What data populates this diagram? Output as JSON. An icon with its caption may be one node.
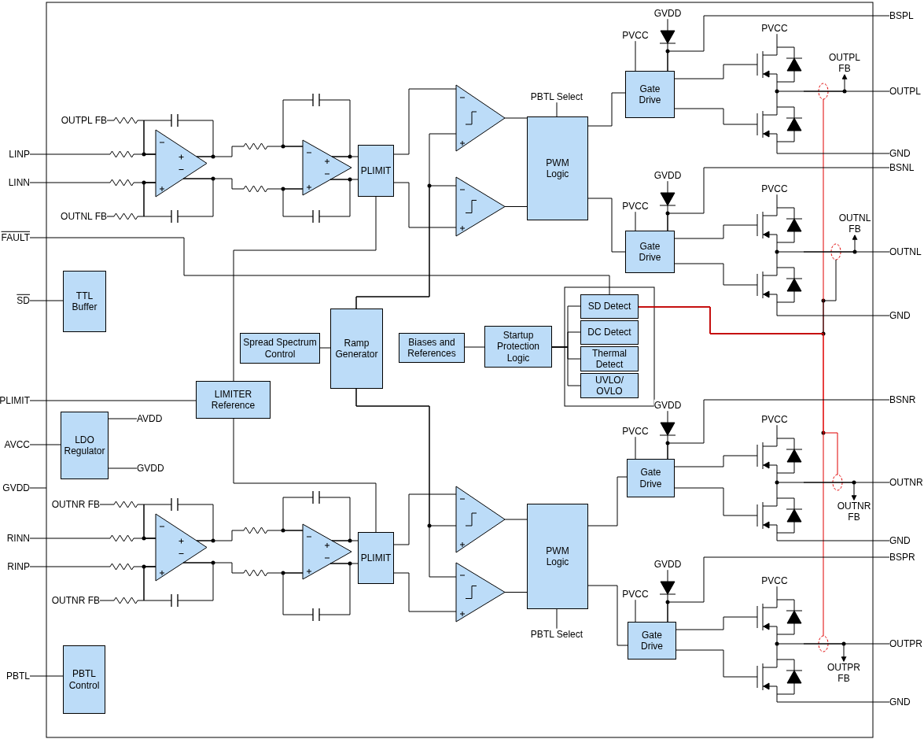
{
  "diagram": {
    "nodes": [
      {
        "text": [
          "TTL Buffer"
        ]
      },
      {
        "text": [
          "LDO Regulator"
        ]
      },
      {
        "text": [
          "PBTL Control"
        ]
      },
      {
        "text": [
          "Spread Spectrum Control"
        ]
      },
      {
        "text": [
          "Ramp Generator"
        ]
      },
      {
        "text": [
          "LIMITER Reference"
        ]
      },
      {
        "text": [
          "Biases and References"
        ]
      },
      {
        "text": [
          "Startup Protection Logic"
        ]
      },
      {
        "text": [
          "SD Detect"
        ]
      },
      {
        "text": [
          "DC Detect"
        ]
      },
      {
        "text": [
          "Thermal Detect"
        ]
      },
      {
        "text": [
          "UVLO/ OVLO"
        ]
      },
      {
        "text": [
          "PLIMIT"
        ]
      },
      {
        "text": [
          "PLIMIT"
        ]
      },
      {
        "text": [
          "PWM Logic"
        ]
      },
      {
        "text": [
          "PWM Logic"
        ]
      },
      {
        "text": [
          "Gate Drive"
        ]
      },
      {
        "text": [
          "Gate Drive"
        ]
      },
      {
        "text": [
          "Gate Drive"
        ]
      },
      {
        "text": [
          "Gate Drive"
        ]
      },
      {
        "text": [
          "FAULT"
        ]
      },
      {
        "text": [
          "SD"
        ]
      },
      {
        "text": [
          "PLIMIT"
        ]
      },
      {
        "text": [
          "AVDD"
        ]
      },
      {
        "text": [
          "AVCC"
        ]
      },
      {
        "text": [
          "GVDD"
        ]
      },
      {
        "text": [
          "PBTL"
        ]
      },
      {
        "text": [
          "PBTL Select"
        ]
      },
      {
        "text": [
          "PBTL Select"
        ]
      },
      {
        "text": [
          "GVDD"
        ]
      },
      {
        "text": [
          "BSPL"
        ]
      },
      {
        "text": [
          "PVCC"
        ]
      },
      {
        "text": [
          "PVCC"
        ]
      },
      {
        "text": [],
        "shape": "diode"
      },
      {
        "text": [],
        "shape": "picture"
      },
      {
        "text": [
          "OUTPL FB"
        ]
      },
      {
        "text": [
          "OUTPL"
        ]
      },
      {
        "text": [],
        "shape": "ellipse"
      },
      {
        "text": [
          "GND"
        ]
      },
      {
        "text": [
          "GVDD"
        ]
      },
      {
        "text": [
          "BSNL"
        ]
      },
      {
        "text": [
          "PVCC"
        ]
      },
      {
        "text": [
          "PVCC"
        ]
      },
      {
        "text": [],
        "shape": "diode"
      },
      {
        "text": [],
        "shape": "picture"
      },
      {
        "text": [
          "OUTNL FB"
        ]
      },
      {
        "text": [
          "OUTNL"
        ]
      },
      {
        "text": [],
        "shape": "ellipse"
      },
      {
        "text": [
          "GND"
        ]
      },
      {
        "text": [
          "GVDD"
        ]
      },
      {
        "text": [
          "BSNR"
        ]
      },
      {
        "text": [
          "PVCC"
        ]
      },
      {
        "text": [
          "PVCC"
        ]
      },
      {
        "text": [],
        "shape": "diode"
      },
      {
        "text": [],
        "shape": "picture"
      },
      {
        "text": [
          "OUTNR FB"
        ]
      },
      {
        "text": [
          "OUTNR"
        ]
      },
      {
        "text": [],
        "shape": "ellipse"
      },
      {
        "text": [
          "GND"
        ]
      },
      {
        "text": [
          "GVDD"
        ]
      },
      {
        "text": [
          "BSPR"
        ]
      },
      {
        "text": [
          "PVCC"
        ]
      },
      {
        "text": [
          "PVCC"
        ]
      },
      {
        "text": [],
        "shape": "diode"
      },
      {
        "text": [],
        "shape": "picture"
      },
      {
        "text": [
          "OUTPR FB"
        ]
      },
      {
        "text": [
          "OUTPR"
        ]
      },
      {
        "text": [],
        "shape": "ellipse"
      },
      {
        "text": [
          "GND"
        ]
      },
      {
        "text": [
          "OUTPL FB"
        ]
      },
      {
        "text": [
          "LINP"
        ]
      },
      {
        "text": [
          "LINN"
        ]
      },
      {
        "text": [
          "OUTNL FB"
        ]
      },
      {
        "text": [],
        "shape": "triangle"
      },
      {
        "text": [],
        "shape": "triangle"
      },
      {
        "text": [],
        "shape": "triangle"
      },
      {
        "text": [],
        "shape": "triangle"
      },
      {
        "text": [
          "OUTNR FB"
        ]
      },
      {
        "text": [
          "RINN"
        ]
      },
      {
        "text": [
          "RINP"
        ]
      },
      {
        "text": [
          "OUTNR FB"
        ]
      },
      {
        "text": [],
        "shape": "triangle"
      },
      {
        "text": [],
        "shape": "triangle"
      },
      {
        "text": [],
        "shape": "triangle"
      },
      {
        "text": [],
        "shape": "triangle"
      },
      {
        "text": [
          "GVDD"
        ]
      },
      {
        "text": [],
        "shape": "capacitor"
      },
      {
        "text": [],
        "shape": "capacitor"
      },
      {
        "text": [],
        "shape": "capacitor"
      },
      {
        "text": [],
        "shape": "capacitor"
      },
      {
        "text": [],
        "shape": "capacitor"
      },
      {
        "text": [],
        "shape": "capacitor"
      },
      {
        "text": [],
        "shape": "capacitor"
      },
      {
        "text": [],
        "shape": "capacitor"
      }
    ],
    "edges": [
      {
        "from": 3,
        "to": 4,
        "arrow": "none"
      },
      {
        "from": 6,
        "to": 7,
        "arrow": "none"
      },
      {
        "from": 7,
        "to": 8,
        "arrow": "none"
      },
      {
        "from": 7,
        "to": 9,
        "arrow": "none"
      },
      {
        "from": 7,
        "to": 10,
        "arrow": "none"
      },
      {
        "from": 7,
        "to": 11,
        "arrow": "none"
      },
      {
        "from": 14,
        "to": 16,
        "arrow": "none"
      },
      {
        "from": 14,
        "to": 17,
        "arrow": "none"
      },
      {
        "from": 15,
        "to": 18,
        "arrow": "none"
      },
      {
        "from": 15,
        "to": 19,
        "arrow": "none"
      },
      {
        "from": 5,
        "to": 12,
        "arrow": "none"
      },
      {
        "from": 5,
        "to": 13,
        "arrow": "none"
      },
      {
        "from": 20,
        "to": 8,
        "arrow": "none"
      },
      {
        "from": 21,
        "to": 0,
        "arrow": "none"
      },
      {
        "from": 22,
        "to": 5,
        "arrow": "none"
      },
      {
        "from": 1,
        "to": 23,
        "arrow": "none"
      },
      {
        "from": 24,
        "to": 1,
        "arrow": "none"
      },
      {
        "from": 1,
        "to": 25,
        "arrow": "none"
      },
      {
        "from": 26,
        "to": 2,
        "arrow": "none"
      },
      {
        "from": 27,
        "to": 14,
        "arrow": "none"
      },
      {
        "from": 15,
        "to": 28,
        "arrow": "none"
      },
      {
        "from": 8,
        "to": 37,
        "arrow": "none",
        "color": "#e00000"
      },
      {
        "from": 8,
        "to": 47,
        "arrow": "none"
      },
      {
        "from": 8,
        "to": 57,
        "arrow": "none",
        "color": "#e00000"
      },
      {
        "from": 8,
        "to": 67,
        "arrow": "none",
        "color": "#e00000"
      },
      {
        "from": 29,
        "to": 33,
        "arrow": "none"
      },
      {
        "from": 33,
        "to": 16,
        "arrow": "none"
      },
      {
        "from": 30,
        "to": 16,
        "arrow": "none"
      },
      {
        "from": 31,
        "to": 16,
        "arrow": "none"
      },
      {
        "from": 16,
        "to": 34,
        "arrow": "none"
      },
      {
        "from": 16,
        "to": 34,
        "arrow": "none"
      },
      {
        "from": 32,
        "to": 34,
        "arrow": "none"
      },
      {
        "from": 34,
        "to": 36,
        "arrow": "none"
      },
      {
        "from": 34,
        "to": 38,
        "arrow": "none"
      },
      {
        "from": 34,
        "to": 35,
        "arrow": "to"
      },
      {
        "from": 39,
        "to": 43,
        "arrow": "none"
      },
      {
        "from": 43,
        "to": 17,
        "arrow": "none"
      },
      {
        "from": 40,
        "to": 17,
        "arrow": "none"
      },
      {
        "from": 41,
        "to": 17,
        "arrow": "none"
      },
      {
        "from": 17,
        "to": 44,
        "arrow": "none"
      },
      {
        "from": 17,
        "to": 44,
        "arrow": "none"
      },
      {
        "from": 42,
        "to": 44,
        "arrow": "none"
      },
      {
        "from": 44,
        "to": 46,
        "arrow": "none"
      },
      {
        "from": 44,
        "to": 48,
        "arrow": "none"
      },
      {
        "from": 44,
        "to": 45,
        "arrow": "to"
      },
      {
        "from": 49,
        "to": 53,
        "arrow": "none"
      },
      {
        "from": 53,
        "to": 18,
        "arrow": "none"
      },
      {
        "from": 50,
        "to": 18,
        "arrow": "none"
      },
      {
        "from": 51,
        "to": 18,
        "arrow": "none"
      },
      {
        "from": 18,
        "to": 54,
        "arrow": "none"
      },
      {
        "from": 18,
        "to": 54,
        "arrow": "none"
      },
      {
        "from": 52,
        "to": 54,
        "arrow": "none"
      },
      {
        "from": 54,
        "to": 56,
        "arrow": "none"
      },
      {
        "from": 54,
        "to": 58,
        "arrow": "none"
      },
      {
        "from": 54,
        "to": 55,
        "arrow": "to"
      },
      {
        "from": 59,
        "to": 63,
        "arrow": "none"
      },
      {
        "from": 63,
        "to": 19,
        "arrow": "none"
      },
      {
        "from": 60,
        "to": 19,
        "arrow": "none"
      },
      {
        "from": 61,
        "to": 19,
        "arrow": "none"
      },
      {
        "from": 19,
        "to": 64,
        "arrow": "none"
      },
      {
        "from": 19,
        "to": 64,
        "arrow": "none"
      },
      {
        "from": 62,
        "to": 64,
        "arrow": "none"
      },
      {
        "from": 64,
        "to": 66,
        "arrow": "none"
      },
      {
        "from": 64,
        "to": 68,
        "arrow": "none"
      },
      {
        "from": 64,
        "to": 65,
        "arrow": "to"
      },
      {
        "from": 70,
        "to": 73,
        "arrow": "none"
      },
      {
        "from": 71,
        "to": 73,
        "arrow": "none"
      },
      {
        "from": 69,
        "to": 73,
        "arrow": "none"
      },
      {
        "from": 72,
        "to": 73,
        "arrow": "none"
      },
      {
        "from": 73,
        "to": 86,
        "arrow": "none"
      },
      {
        "from": 73,
        "to": 87,
        "arrow": "none"
      },
      {
        "from": 73,
        "to": 74,
        "arrow": "none"
      },
      {
        "from": 73,
        "to": 74,
        "arrow": "none"
      },
      {
        "from": 74,
        "to": 88,
        "arrow": "none"
      },
      {
        "from": 74,
        "to": 89,
        "arrow": "none"
      },
      {
        "from": 74,
        "to": 12,
        "arrow": "none"
      },
      {
        "from": 74,
        "to": 12,
        "arrow": "none"
      },
      {
        "from": 12,
        "to": 75,
        "arrow": "none"
      },
      {
        "from": 12,
        "to": 76,
        "arrow": "none"
      },
      {
        "from": 4,
        "to": 75,
        "arrow": "none"
      },
      {
        "from": 4,
        "to": 76,
        "arrow": "none"
      },
      {
        "from": 75,
        "to": 14,
        "arrow": "none"
      },
      {
        "from": 76,
        "to": 14,
        "arrow": "none"
      },
      {
        "from": 78,
        "to": 81,
        "arrow": "none"
      },
      {
        "from": 79,
        "to": 81,
        "arrow": "none"
      },
      {
        "from": 77,
        "to": 81,
        "arrow": "none"
      },
      {
        "from": 80,
        "to": 81,
        "arrow": "none"
      },
      {
        "from": 81,
        "to": 90,
        "arrow": "none"
      },
      {
        "from": 81,
        "to": 91,
        "arrow": "none"
      },
      {
        "from": 81,
        "to": 82,
        "arrow": "none"
      },
      {
        "from": 81,
        "to": 82,
        "arrow": "none"
      },
      {
        "from": 82,
        "to": 92,
        "arrow": "none"
      },
      {
        "from": 82,
        "to": 93,
        "arrow": "none"
      },
      {
        "from": 82,
        "to": 13,
        "arrow": "none"
      },
      {
        "from": 82,
        "to": 13,
        "arrow": "none"
      },
      {
        "from": 13,
        "to": 83,
        "arrow": "none"
      },
      {
        "from": 13,
        "to": 84,
        "arrow": "none"
      },
      {
        "from": 4,
        "to": 83,
        "arrow": "none"
      },
      {
        "from": 4,
        "to": 84,
        "arrow": "none"
      },
      {
        "from": 83,
        "to": 15,
        "arrow": "none"
      },
      {
        "from": 84,
        "to": 15,
        "arrow": "none"
      },
      {
        "from": 85,
        "to": null,
        "arrow": "none"
      },
      {
        "from": 86,
        "to": 73,
        "arrow": "none"
      },
      {
        "from": 87,
        "to": 73,
        "arrow": "none"
      },
      {
        "from": 88,
        "to": 74,
        "arrow": "none"
      },
      {
        "from": 89,
        "to": 74,
        "arrow": "none"
      },
      {
        "from": 90,
        "to": 81,
        "arrow": "none"
      },
      {
        "from": 91,
        "to": 81,
        "arrow": "none"
      },
      {
        "from": 92,
        "to": 82,
        "arrow": "none"
      },
      {
        "from": 93,
        "to": 82,
        "arrow": "none"
      }
    ]
  }
}
